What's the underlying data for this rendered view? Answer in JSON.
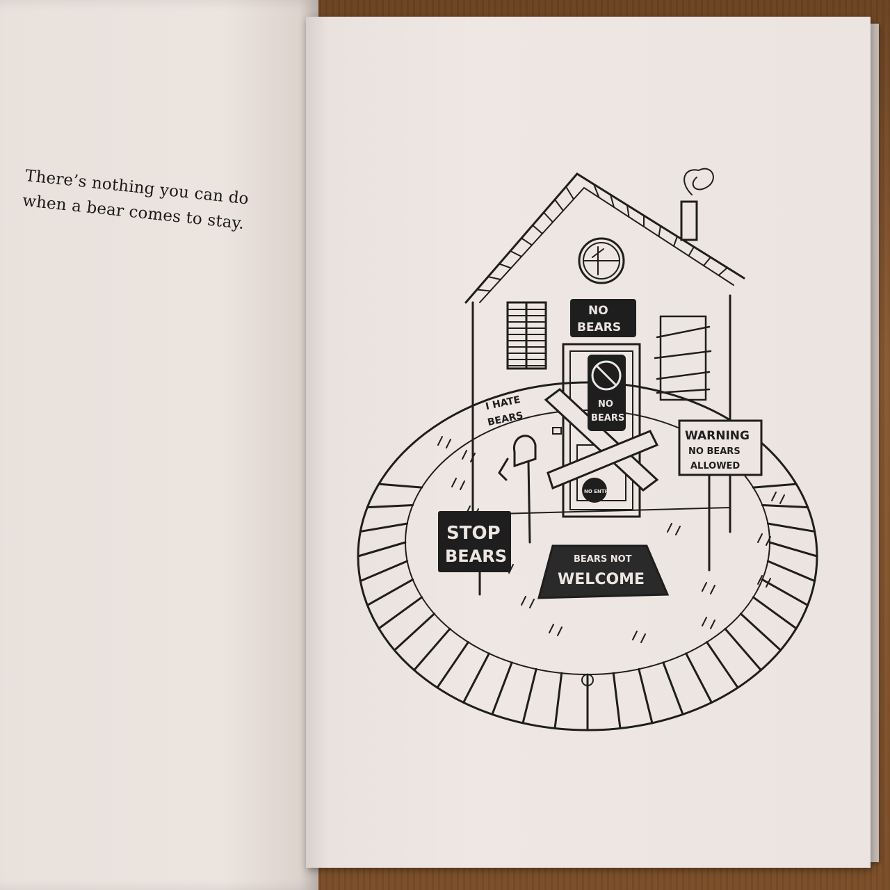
{
  "caption": "There’s nothing you can do when a bear comes to stay.",
  "signs": {
    "no_bears_top": [
      "NO",
      "BEARS"
    ],
    "door_no_bears": [
      "NO",
      "BEARS"
    ],
    "hate_bears": [
      "I HATE",
      "BEARS"
    ],
    "warning": [
      "WARNING",
      "NO BEARS",
      "ALLOWED"
    ],
    "stop_bears": [
      "STOP",
      "BEARS"
    ],
    "doormat": [
      "BEARS NOT",
      "WELCOME"
    ],
    "door_badge": "NO ENTRY"
  },
  "colors": {
    "ink": "#1e1e1e",
    "paper": "#ece5e1",
    "table": "#7a4f2a"
  }
}
